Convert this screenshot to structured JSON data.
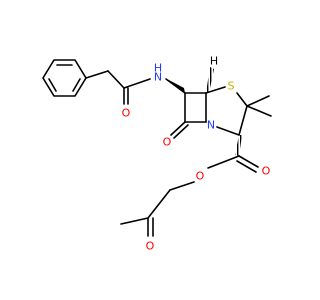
{
  "molecule": {
    "atoms": {
      "n_amide": {
        "text": "N",
        "color": "#1f3bff"
      },
      "h_amide": {
        "text": "H",
        "color": "#1f3bff"
      },
      "o_amide": {
        "text": "O",
        "color": "#ff0000"
      },
      "h_bridge": {
        "text": "H",
        "color": "#000000"
      },
      "s_ring": {
        "text": "S",
        "color": "#c7b000"
      },
      "n_ring": {
        "text": "N",
        "color": "#1f3bff"
      },
      "o_lactam": {
        "text": "O",
        "color": "#ff0000"
      },
      "o_ester_carbonyl": {
        "text": "O",
        "color": "#ff0000"
      },
      "o_ester": {
        "text": "O",
        "color": "#ff0000"
      },
      "o_ketone": {
        "text": "O",
        "color": "#ff0000"
      }
    }
  }
}
